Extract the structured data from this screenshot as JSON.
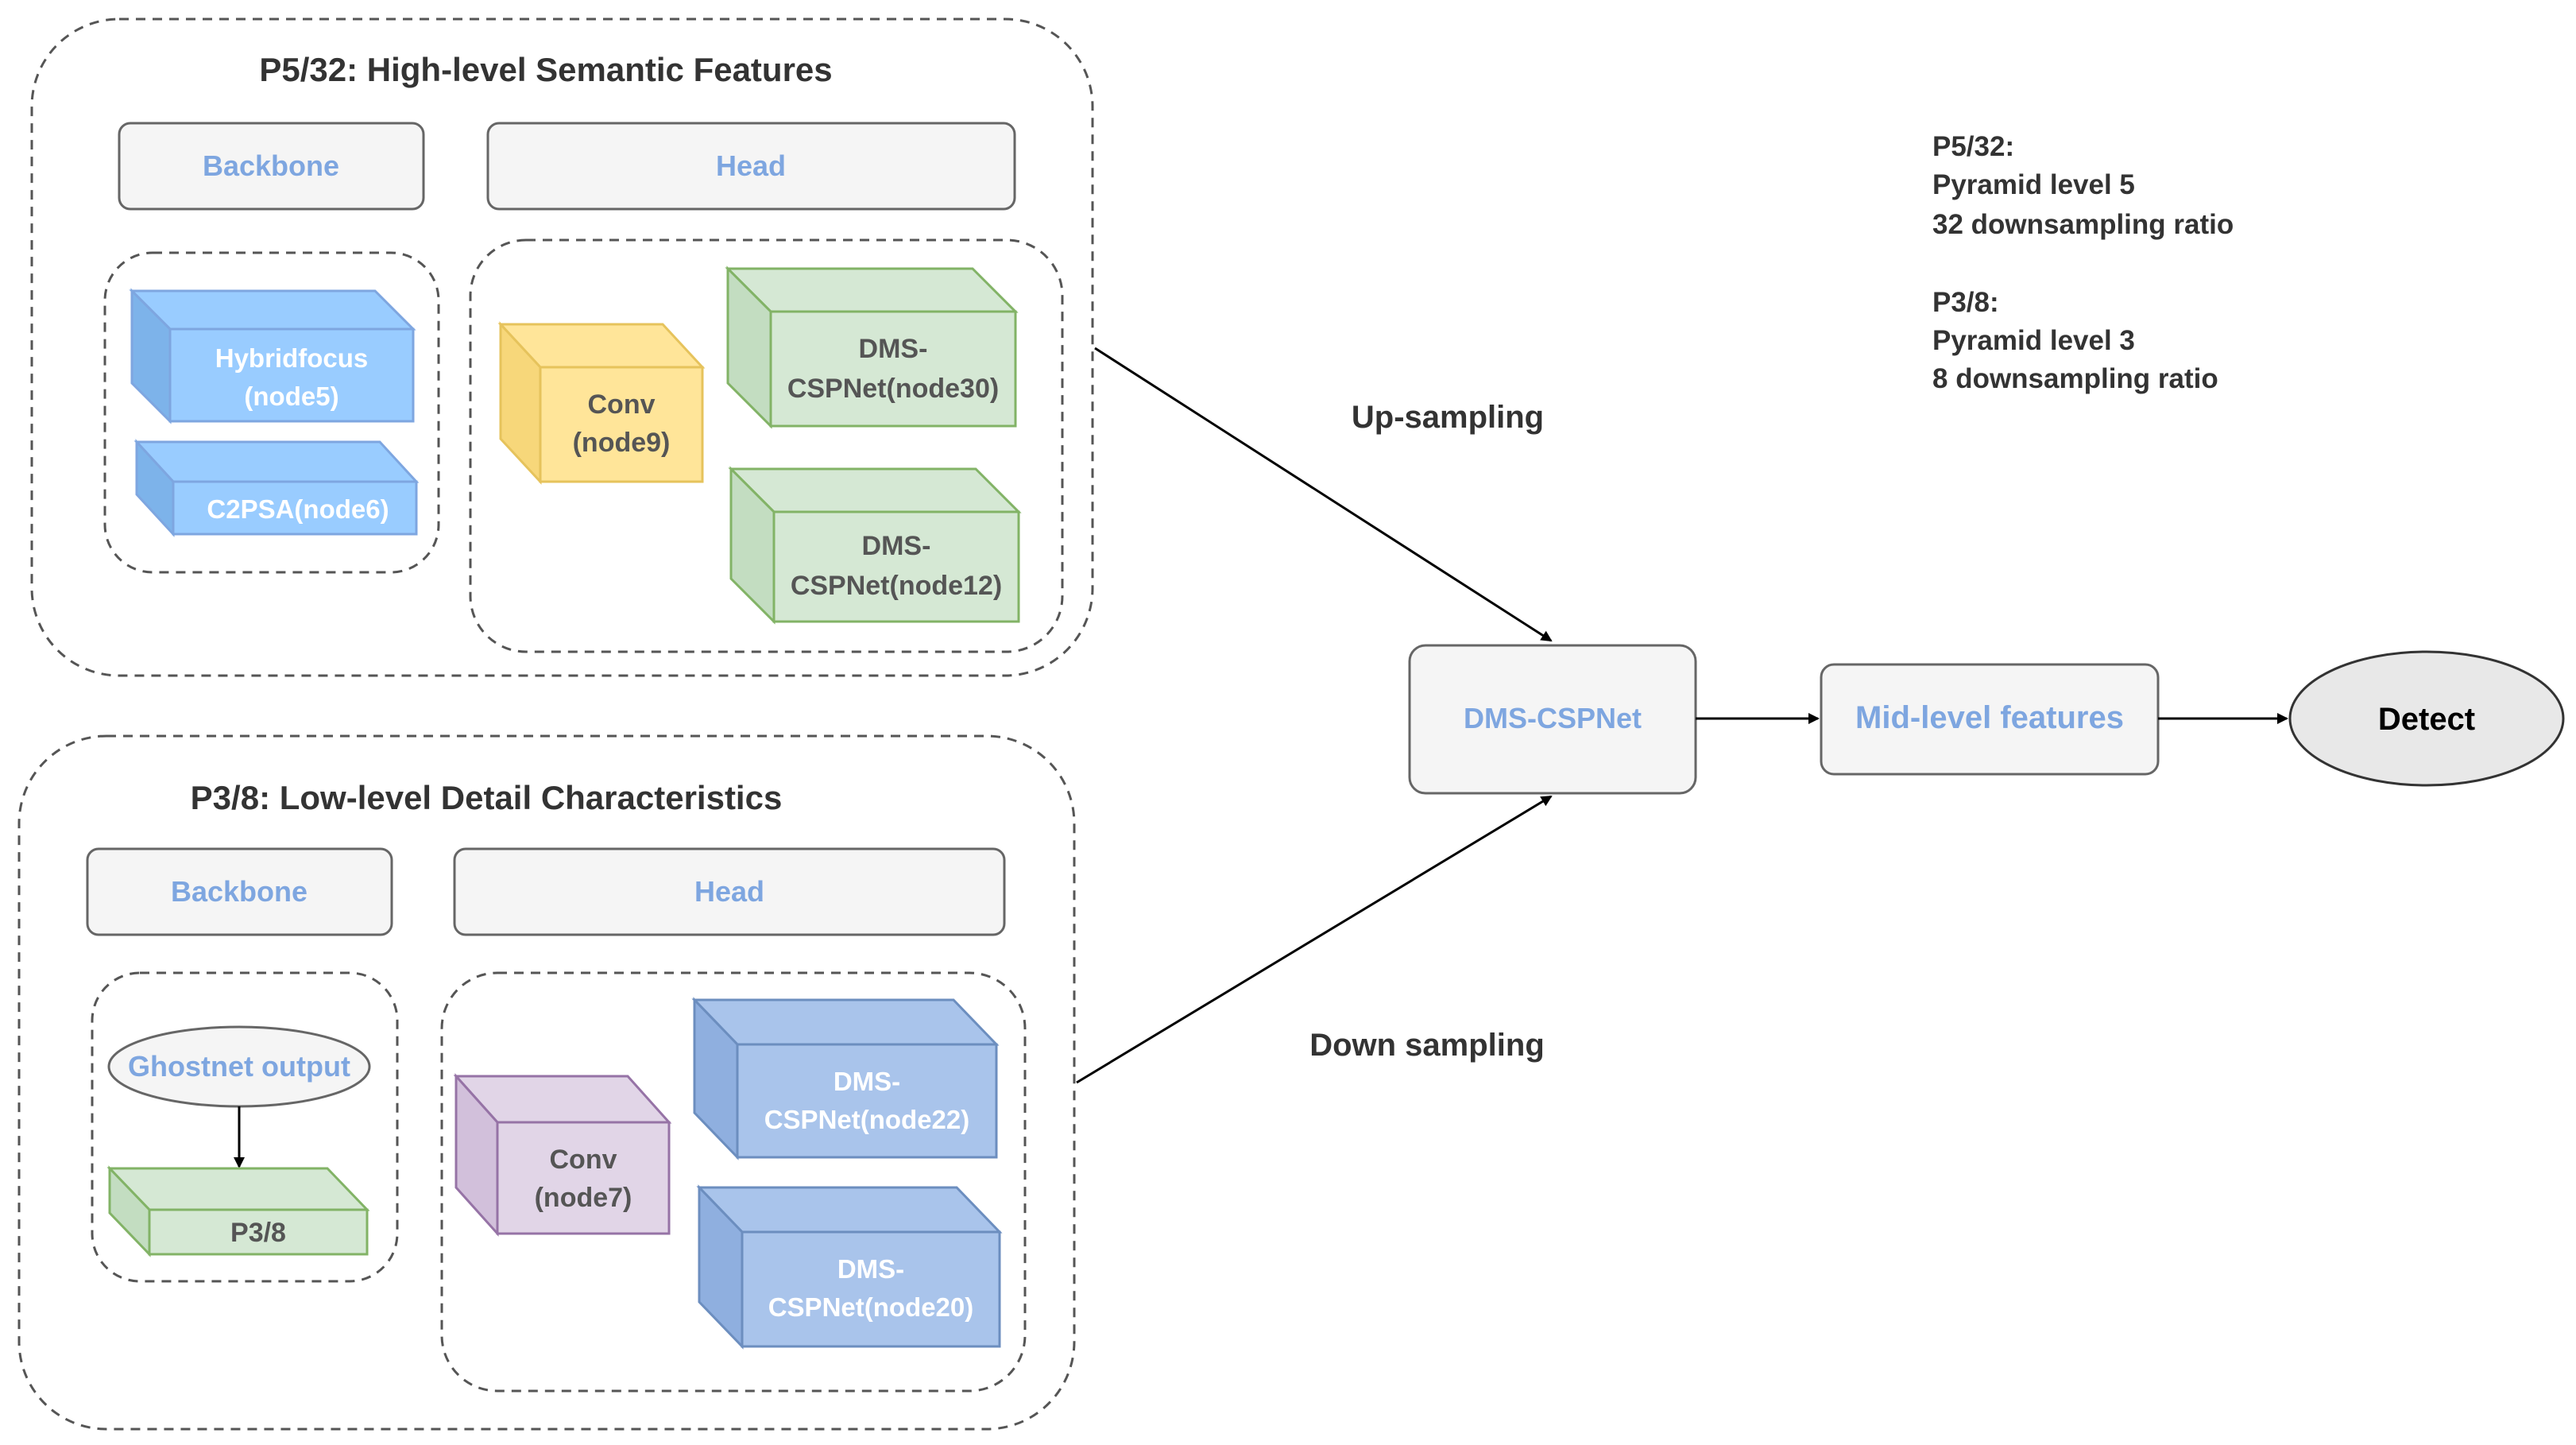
{
  "top_group": {
    "title": "P5/32: High-level Semantic Features",
    "backbone_label": "Backbone",
    "head_label": "Head",
    "backbone_nodes": [
      {
        "line1": "Hybridfocus",
        "line2": "(node5)"
      },
      {
        "line1": "C2PSA(node6)",
        "line2": ""
      }
    ],
    "head_nodes": [
      {
        "line1": "Conv",
        "line2": "(node9)"
      },
      {
        "line1": "DMS-",
        "line2": "CSPNet(node30)"
      },
      {
        "line1": "DMS-",
        "line2": "CSPNet(node12)"
      }
    ]
  },
  "bottom_group": {
    "title": "P3/8: Low-level Detail Characteristics",
    "backbone_label": "Backbone",
    "head_label": "Head",
    "ghostnet_label": "Ghostnet output",
    "p38_label": "P3/8",
    "head_nodes": [
      {
        "line1": "Conv",
        "line2": "(node7)"
      },
      {
        "line1": "DMS-",
        "line2": "CSPNet(node22)"
      },
      {
        "line1": "DMS-",
        "line2": "CSPNet(node20)"
      }
    ]
  },
  "flow": {
    "up_label": "Up-sampling",
    "down_label": "Down sampling",
    "dms_label": "DMS-CSPNet",
    "mid_label": "Mid-level features",
    "detect_label": "Detect"
  },
  "notes": {
    "p5_title": "P5/32:",
    "p5_line1": "Pyramid level 5",
    "p5_line2": "32 downsampling ratio",
    "p3_title": "P3/8:",
    "p3_line1": "Pyramid level 3",
    "p3_line2": "8 downsampling ratio"
  },
  "colors": {
    "light_blue": "#99CCFF",
    "dark_blue": "#A9C4EB",
    "green": "#D5E8D4",
    "yellow": "#FFE599",
    "purple": "#E1D5E7",
    "header_text": "#7EA6E0"
  }
}
